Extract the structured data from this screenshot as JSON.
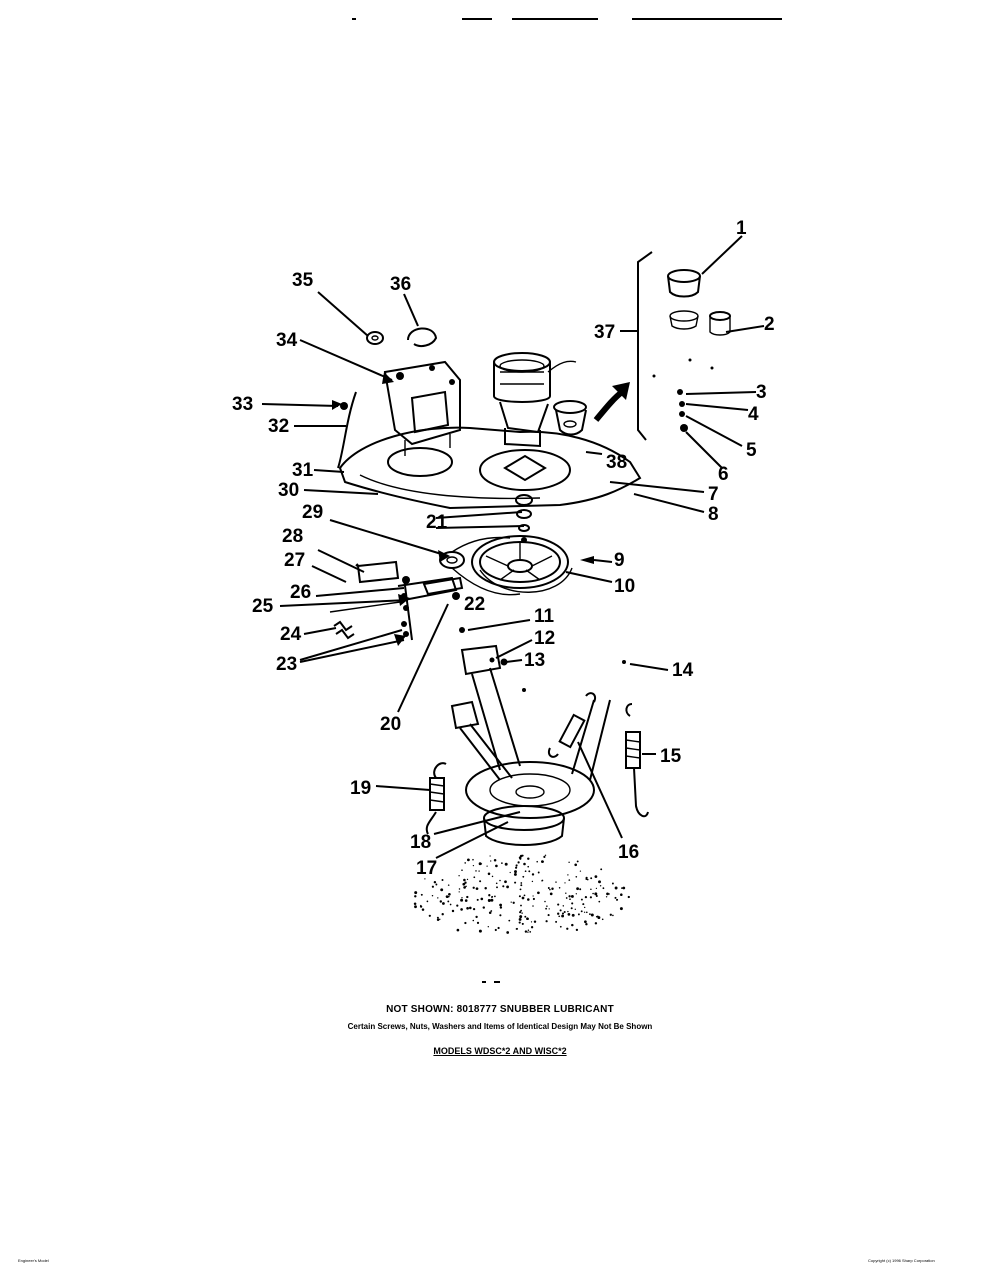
{
  "callouts": [
    {
      "id": "1",
      "text": "1"
    },
    {
      "id": "2",
      "text": "2"
    },
    {
      "id": "3",
      "text": "3"
    },
    {
      "id": "4",
      "text": "4"
    },
    {
      "id": "5",
      "text": "5"
    },
    {
      "id": "6",
      "text": "6"
    },
    {
      "id": "7",
      "text": "7"
    },
    {
      "id": "8",
      "text": "8"
    },
    {
      "id": "9",
      "text": "9"
    },
    {
      "id": "10",
      "text": "10"
    },
    {
      "id": "11",
      "text": "11"
    },
    {
      "id": "12",
      "text": "12"
    },
    {
      "id": "13",
      "text": "13"
    },
    {
      "id": "14",
      "text": "14"
    },
    {
      "id": "15",
      "text": "15"
    },
    {
      "id": "16",
      "text": "16"
    },
    {
      "id": "17",
      "text": "17"
    },
    {
      "id": "18",
      "text": "18"
    },
    {
      "id": "19",
      "text": "19"
    },
    {
      "id": "20",
      "text": "20"
    },
    {
      "id": "21",
      "text": "21"
    },
    {
      "id": "22",
      "text": "22"
    },
    {
      "id": "23",
      "text": "23"
    },
    {
      "id": "24",
      "text": "24"
    },
    {
      "id": "25",
      "text": "25"
    },
    {
      "id": "26",
      "text": "26"
    },
    {
      "id": "27",
      "text": "27"
    },
    {
      "id": "28",
      "text": "28"
    },
    {
      "id": "29",
      "text": "29"
    },
    {
      "id": "30",
      "text": "30"
    },
    {
      "id": "31",
      "text": "31"
    },
    {
      "id": "32",
      "text": "32"
    },
    {
      "id": "33",
      "text": "33"
    },
    {
      "id": "34",
      "text": "34"
    },
    {
      "id": "35",
      "text": "35"
    },
    {
      "id": "36",
      "text": "36"
    },
    {
      "id": "37",
      "text": "37"
    },
    {
      "id": "38",
      "text": "38"
    }
  ],
  "footer": {
    "not_shown": "NOT SHOWN: 8018777 SNUBBER LUBRICANT",
    "disclaimer": "Certain Screws, Nuts, Washers and Items of Identical Design May Not Be Shown",
    "models": "MODELS WDSC*2 AND WISC*2"
  },
  "corner": {
    "left": "Engineer's Model",
    "right": "Copyright (c) 1996 Sharp Corporation"
  },
  "colors": {
    "ink": "#000000",
    "paper": "#ffffff"
  }
}
